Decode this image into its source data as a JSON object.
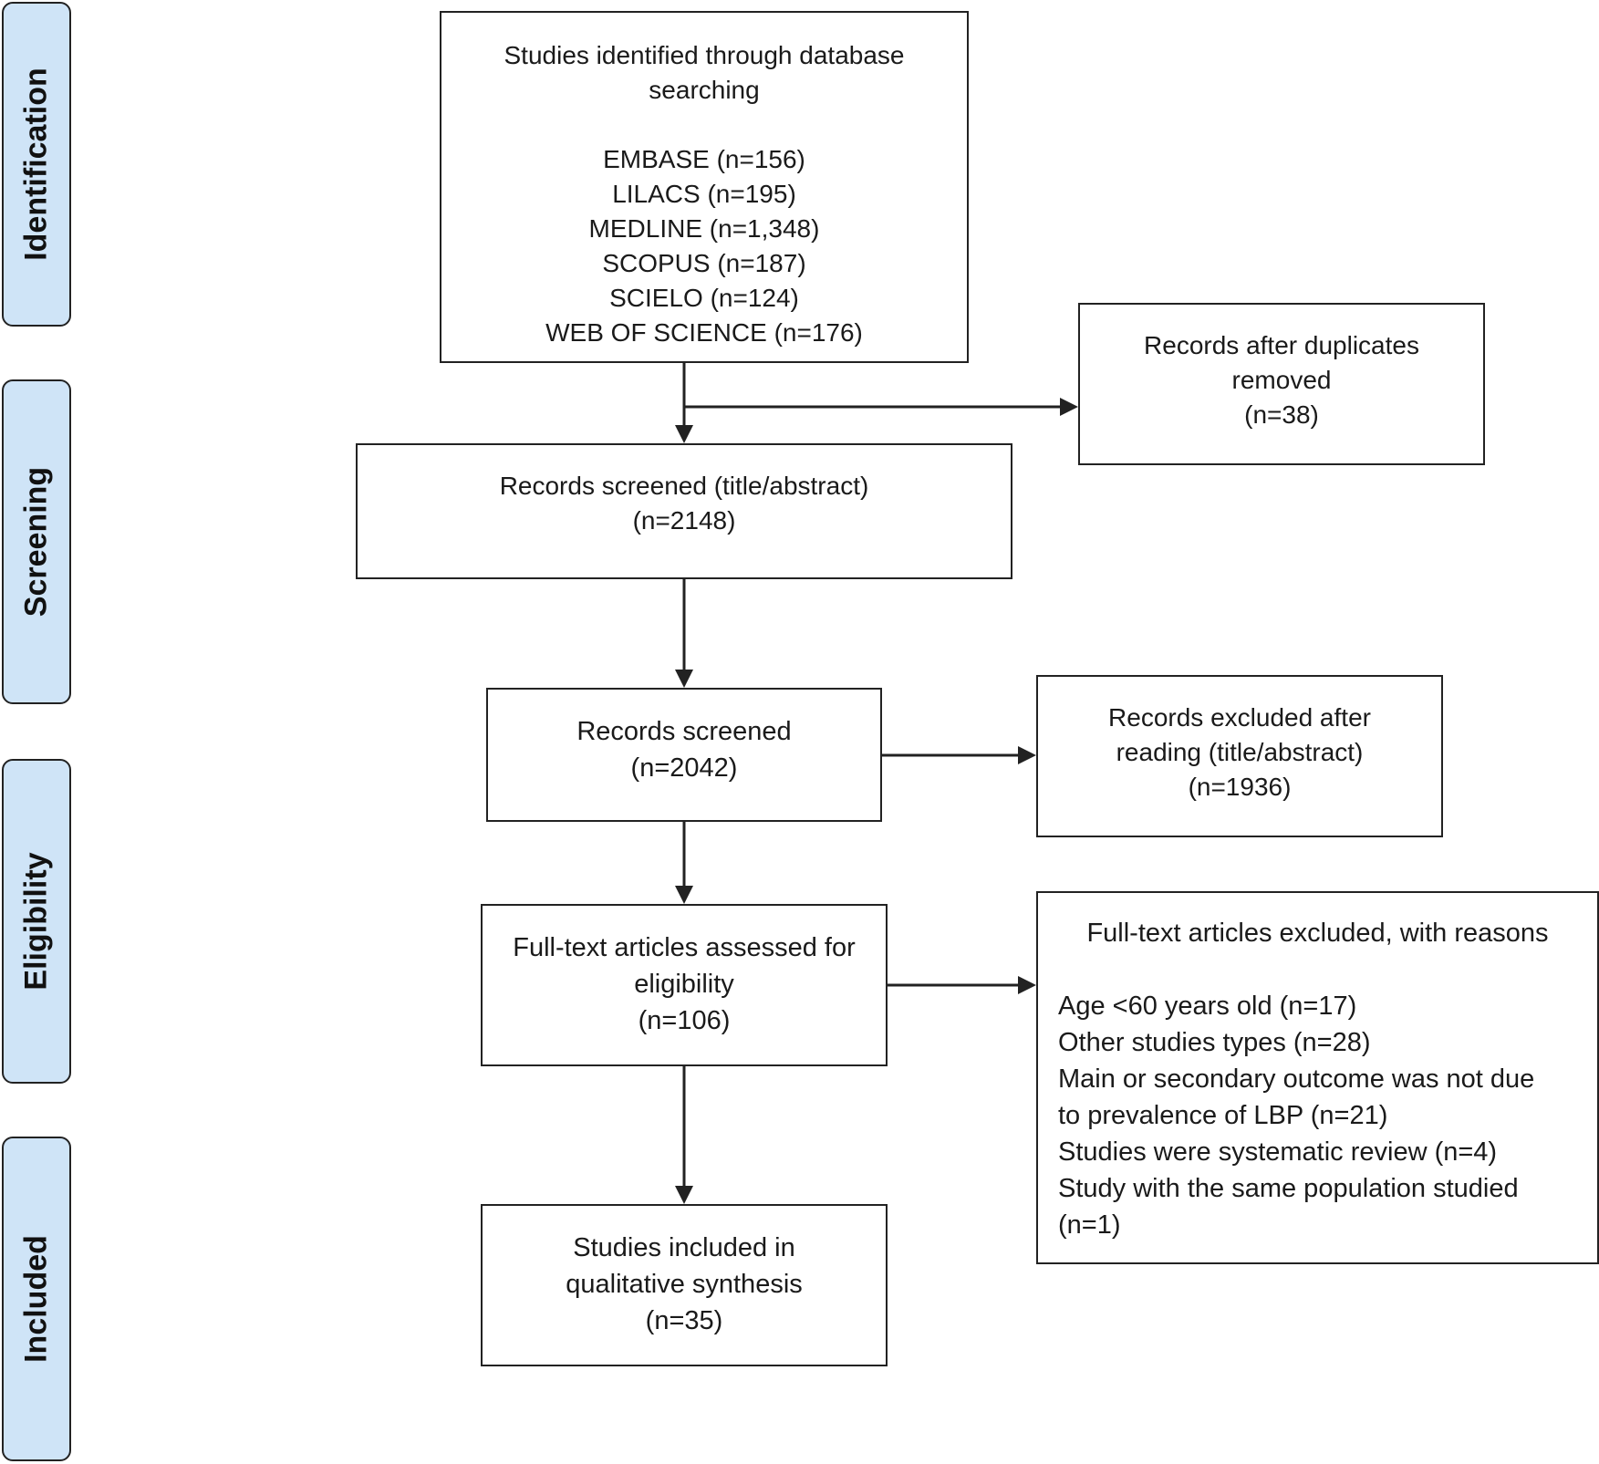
{
  "phases": {
    "identification": "Identification",
    "screening": "Screening",
    "eligibility": "Eligibility",
    "included": "Included"
  },
  "identification_box": {
    "title_line1": "Studies identified through database",
    "title_line2": "searching",
    "databases": [
      "EMBASE (n=156)",
      "LILACS (n=195)",
      "MEDLINE (n=1,348)",
      "SCOPUS (n=187)",
      "SCIELO (n=124)",
      "WEB OF SCIENCE (n=176)"
    ]
  },
  "duplicates_box": {
    "line1": "Records after duplicates",
    "line2": "removed",
    "count": "(n=38)"
  },
  "screened_title_box": {
    "line1": "Records screened (title/abstract)",
    "count": "(n=2148)"
  },
  "screened_box": {
    "line1": "Records screened",
    "count": "(n=2042)"
  },
  "excluded_reading_box": {
    "line1": "Records excluded after",
    "line2": "reading (title/abstract)",
    "count": "(n=1936)"
  },
  "fulltext_assessed_box": {
    "line1": "Full-text articles assessed for",
    "line2": "eligibility",
    "count": "(n=106)"
  },
  "fulltext_excluded_box": {
    "title": "Full-text articles excluded, with reasons",
    "reasons": [
      "Age <60 years old (n=17)",
      "Other studies types (n=28)",
      "Main or secondary outcome was not due",
      "to prevalence of LBP (n=21)",
      "Studies were systematic review (n=4)",
      "Study with the same population studied",
      "(n=1)"
    ]
  },
  "included_box": {
    "line1": "Studies included in",
    "line2": "qualitative synthesis",
    "count": "(n=35)"
  },
  "colors": {
    "phase_fill": "#cfe4f7",
    "stroke": "#222222"
  }
}
